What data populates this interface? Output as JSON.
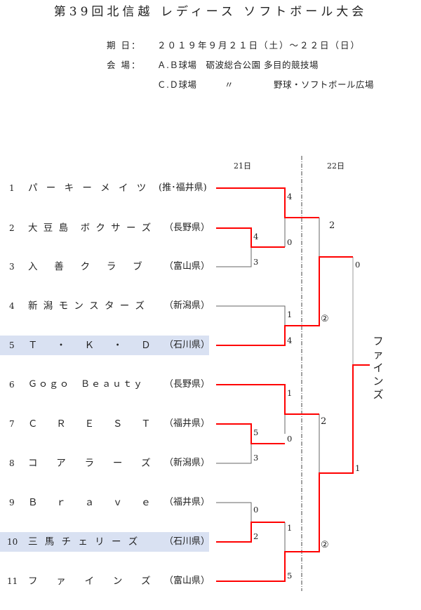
{
  "title": "第39回北信越 レディース ソフトボール大会",
  "info": {
    "date_label": "期 日：",
    "date_value": "２０１９年９月２１日（土）～２２日（日）",
    "venue_label": "会 場：",
    "venue_line1": "Ａ.Ｂ球場　砺波総合公園 多目的競技場",
    "venue_line2_left": "Ｃ.Ｄ球場",
    "venue_line2_ditto": "〃",
    "venue_line2_right": "野球・ソフトボール広場"
  },
  "days": {
    "day1": "21日",
    "day2": "22日"
  },
  "teams": [
    {
      "seed": "1",
      "name": "パ ー キ ー メ イ ツ",
      "pref": "(推･福井県)",
      "highlight": false
    },
    {
      "seed": "2",
      "name": "大 豆 島　ボ ク サ ー ズ",
      "pref": "（長野県）",
      "highlight": false
    },
    {
      "seed": "3",
      "name": "入　 善　 ク　 ラ　 ブ",
      "pref": "（富山県）",
      "highlight": false
    },
    {
      "seed": "4",
      "name": "新 潟 モ ン ス タ ー ズ",
      "pref": "（新潟県）",
      "highlight": false
    },
    {
      "seed": "5",
      "name": "Ｔ　 ・　 Ｋ　 ・　 Ｄ",
      "pref": "（石川県）",
      "highlight": true
    },
    {
      "seed": "6",
      "name": "Ｇｏｇｏ　Ｂｅａｕｔｙ",
      "pref": "（長野県）",
      "highlight": false
    },
    {
      "seed": "7",
      "name": "Ｃ　 Ｒ　 Ｅ　 Ｓ　 Ｔ",
      "pref": "（福井県）",
      "highlight": false
    },
    {
      "seed": "8",
      "name": "コ　 ア　 ラ　 ー　 ズ",
      "pref": "（新潟県）",
      "highlight": false
    },
    {
      "seed": "9",
      "name": "Ｂ　 ｒ　 ａ　 ｖ　 ｅ",
      "pref": "（福井県）",
      "highlight": false
    },
    {
      "seed": "10",
      "name": "三 馬 チ ェ リ ー ズ",
      "pref": "（石川県）",
      "highlight": true
    },
    {
      "seed": "11",
      "name": "フ　 ァ　 イ　 ン　 ズ",
      "pref": "（富山県）",
      "highlight": false
    }
  ],
  "scores": {
    "r1_m1_top": "4",
    "r1_m1_bottom": "3",
    "r1_m2_top": "5",
    "r1_m2_bottom": "3",
    "r1_m3_top": "0",
    "r1_m3_bottom": "2",
    "r2_m1_top": "4",
    "r2_m1_bottom": "0",
    "r2_m2_top": "1",
    "r2_m2_bottom": "4",
    "r2_m3_top": "1",
    "r2_m3_bottom": "0",
    "r2_m4_top": "1",
    "r2_m4_bottom": "5",
    "sf1_top": "2",
    "sf1_bottom": "②",
    "sf2_top": "2",
    "sf2_bottom": "②",
    "final_top": "0",
    "final_bottom": "1"
  },
  "champion": "ファインズ",
  "colors": {
    "win_line": "#ff0000",
    "lose_line": "#666666",
    "highlight": "#d9e1f2"
  }
}
